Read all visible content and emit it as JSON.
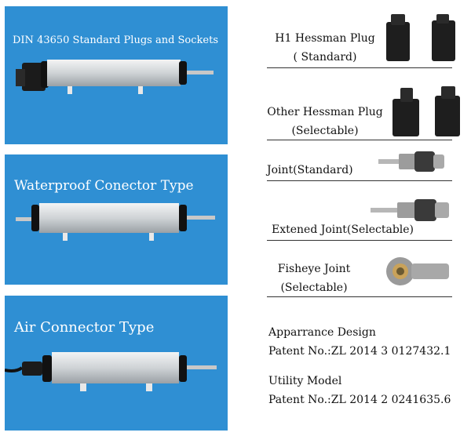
{
  "panels": [
    {
      "title": "DIN 43650 Standard Plugs and Sockets"
    },
    {
      "title": "Waterproof Conector Type"
    },
    {
      "title": "Air Connector Type"
    }
  ],
  "specs": [
    {
      "line1": "H1 Hessman Plug",
      "line2": "( Standard)"
    },
    {
      "line1": "Other Hessman Plug",
      "line2": "(Selectable)"
    },
    {
      "line1": "Joint(Standard)",
      "line2": ""
    },
    {
      "line1": "Extened Joint(Selectable)",
      "line2": ""
    },
    {
      "line1": "Fisheye Joint",
      "line2": "(Selectable)"
    }
  ],
  "patents": {
    "design_title": "Apparrance Design",
    "design_number": "Patent No.:ZL 2014 3 0127432.1",
    "utility_title": "Utility Model",
    "utility_number": "Patent No.:ZL 2014 2 0241635.6"
  },
  "colors": {
    "panel_blue": "#2f8fd3",
    "sensor_body": "#d9dcdf",
    "dark": "#1e1e1e"
  },
  "icons": [
    "linear-sensor-image",
    "hessman-plug-image",
    "rod-joint-image",
    "fisheye-joint-image"
  ]
}
